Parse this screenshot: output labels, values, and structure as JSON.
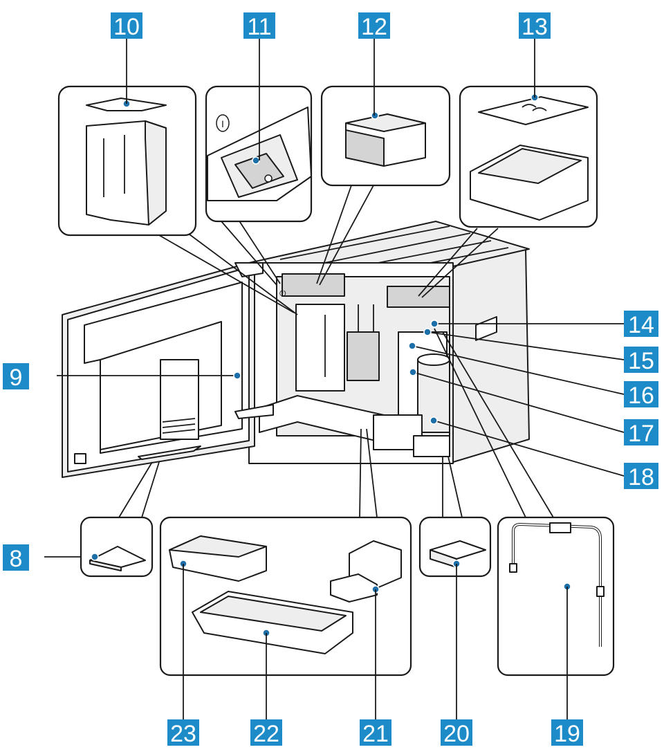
{
  "callouts": {
    "c8": "8",
    "c9": "9",
    "c10": "10",
    "c11": "11",
    "c12": "12",
    "c13": "13",
    "c14": "14",
    "c15": "15",
    "c16": "16",
    "c17": "17",
    "c18": "18",
    "c19": "19",
    "c20": "20",
    "c21": "21",
    "c22": "22",
    "c23": "23"
  },
  "switch_symbol": "I",
  "colors": {
    "callout": "#1c8bc7",
    "line": "#1a1a1a",
    "background": "#ffffff"
  }
}
